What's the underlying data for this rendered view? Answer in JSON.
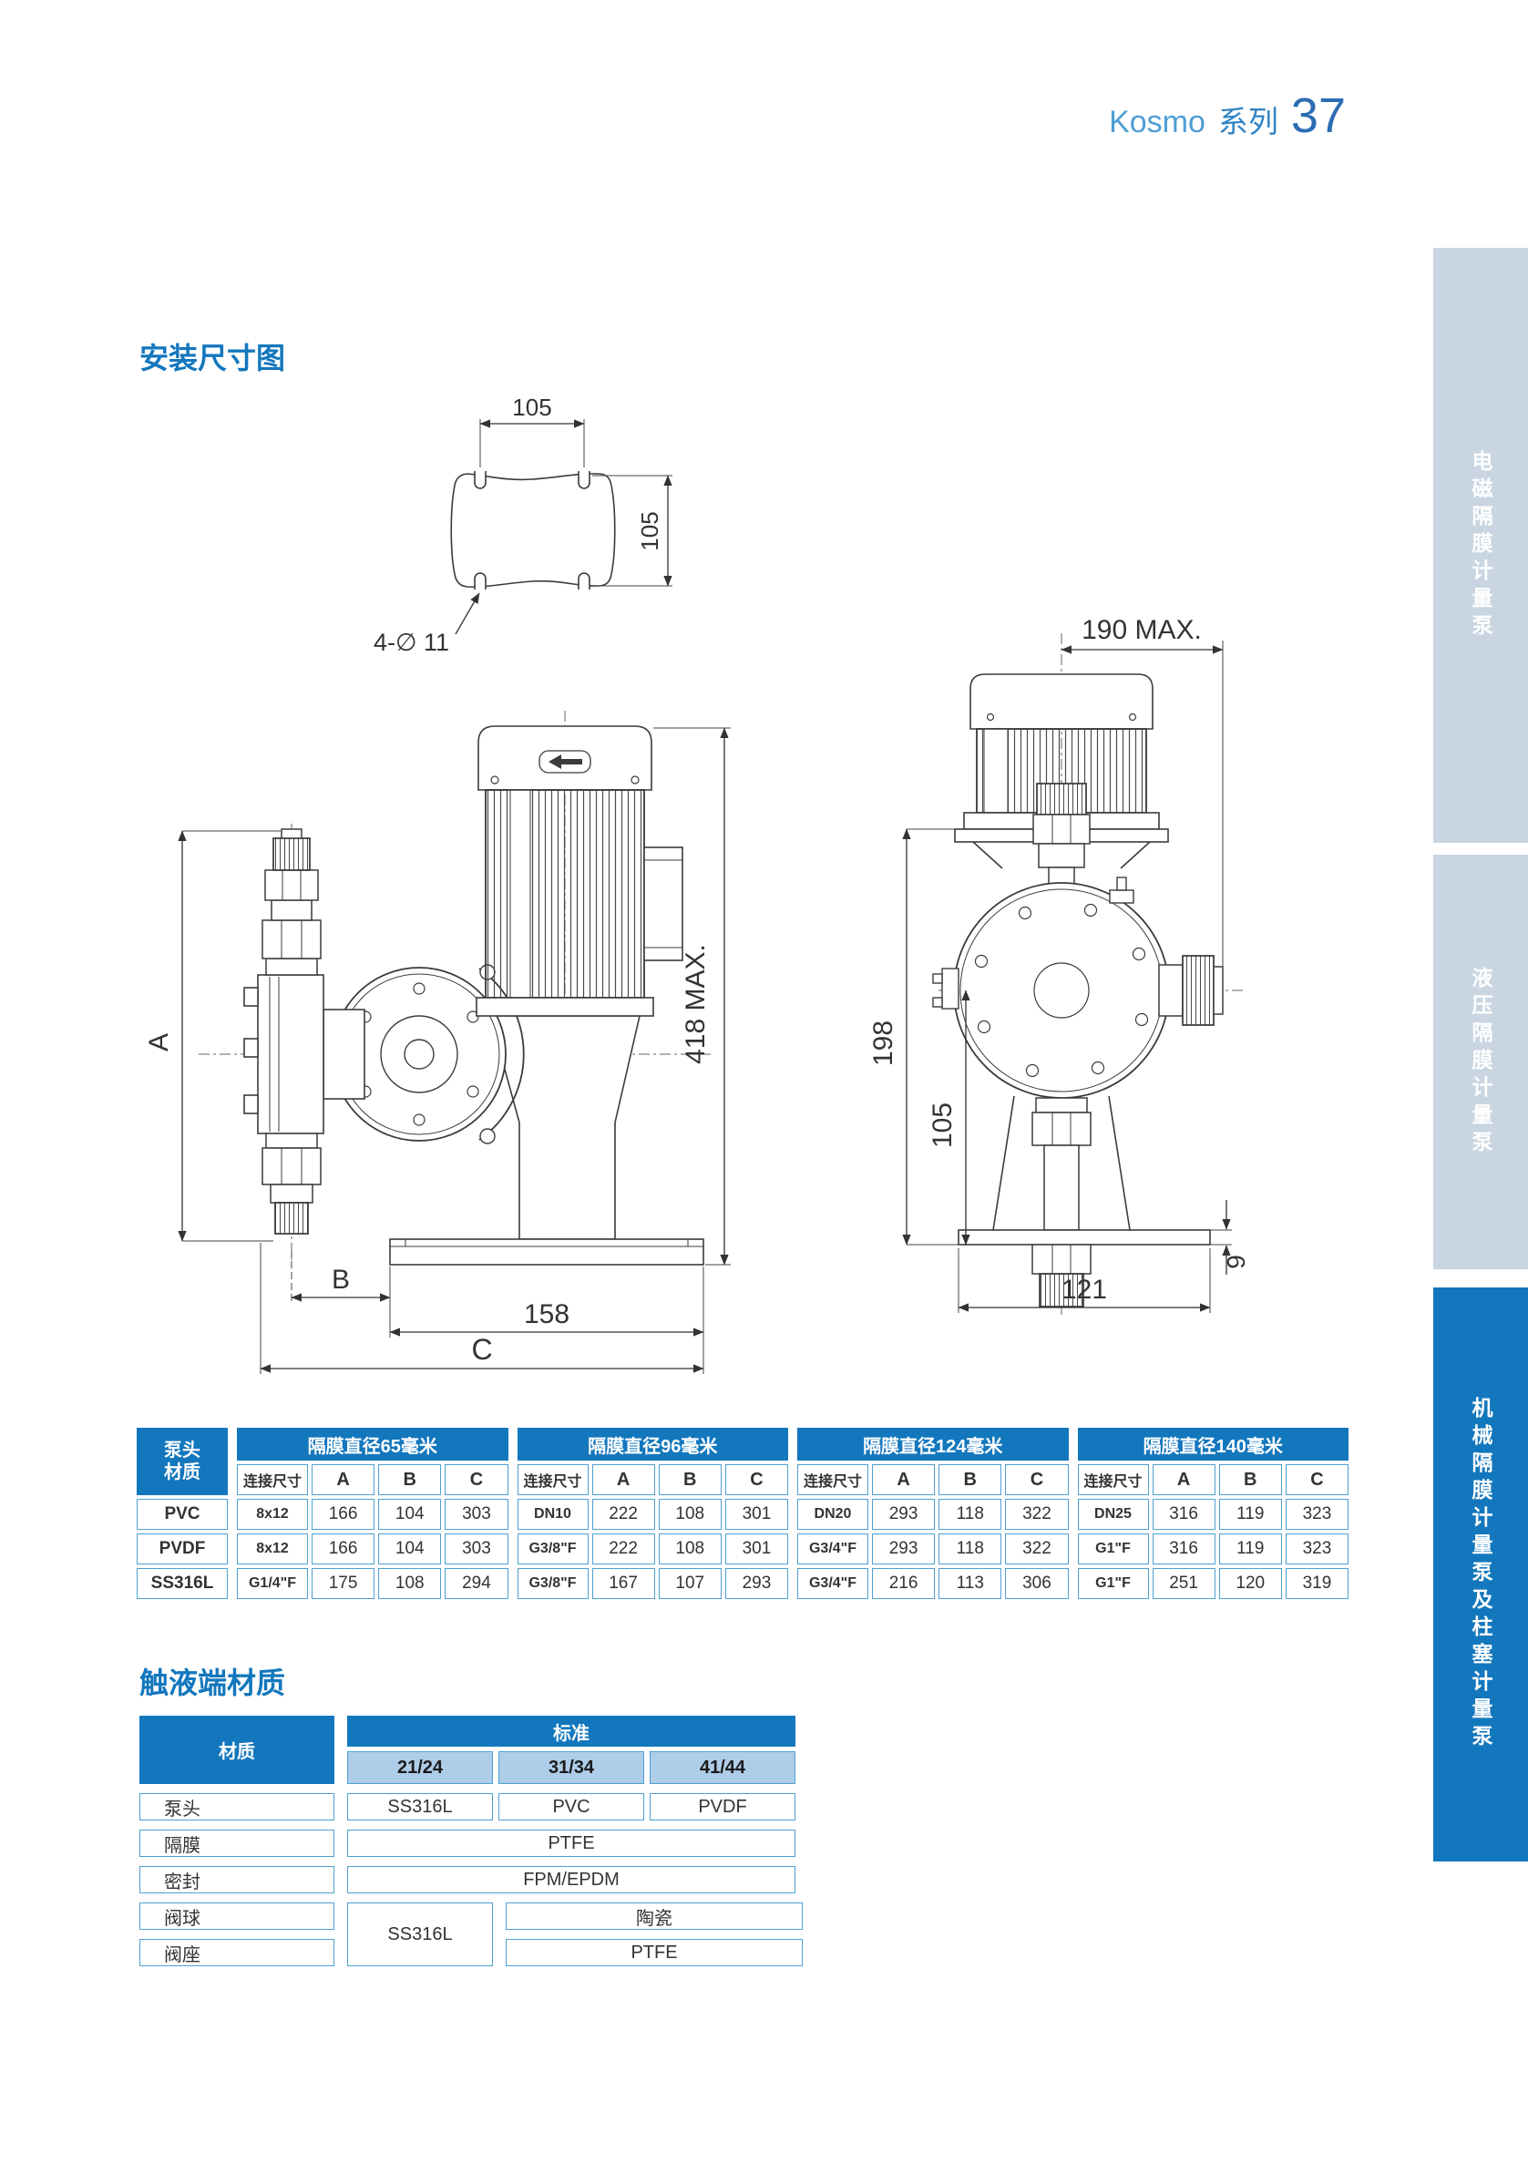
{
  "header": {
    "series": "Kosmo",
    "series_suffix": "系列",
    "page_number": "37"
  },
  "sections": {
    "install_title": "安装尺寸图",
    "wetted_title": "触液端材质"
  },
  "drawings": {
    "plate": {
      "dim_top": "105",
      "dim_right": "105",
      "holes_label": "4-∅ 11"
    },
    "front": {
      "dim_a": "A",
      "dim_height": "418 MAX.",
      "dim_b": "B",
      "dim_base": "158",
      "dim_c": "C"
    },
    "side": {
      "dim_top": "190 MAX.",
      "dim_h1": "198",
      "dim_h2": "105",
      "dim_plate": "9",
      "dim_base": "121"
    }
  },
  "dims_table": {
    "corner": [
      "泵头",
      "材质"
    ],
    "row_labels": [
      "PVC",
      "PVDF",
      "SS316L"
    ],
    "sub_headers": [
      "连接尺寸",
      "A",
      "B",
      "C"
    ],
    "groups": [
      {
        "title": "隔膜直径65毫米",
        "rows": [
          [
            "8x12",
            "166",
            "104",
            "303"
          ],
          [
            "8x12",
            "166",
            "104",
            "303"
          ],
          [
            "G1/4\"F",
            "175",
            "108",
            "294"
          ]
        ]
      },
      {
        "title": "隔膜直径96毫米",
        "rows": [
          [
            "DN10",
            "222",
            "108",
            "301"
          ],
          [
            "G3/8\"F",
            "222",
            "108",
            "301"
          ],
          [
            "G3/8\"F",
            "167",
            "107",
            "293"
          ]
        ]
      },
      {
        "title": "隔膜直径124毫米",
        "rows": [
          [
            "DN20",
            "293",
            "118",
            "322"
          ],
          [
            "G3/4\"F",
            "293",
            "118",
            "322"
          ],
          [
            "G3/4\"F",
            "216",
            "113",
            "306"
          ]
        ]
      },
      {
        "title": "隔膜直径140毫米",
        "rows": [
          [
            "DN25",
            "316",
            "119",
            "323"
          ],
          [
            "G1\"F",
            "316",
            "119",
            "323"
          ],
          [
            "G1\"F",
            "251",
            "120",
            "319"
          ]
        ]
      }
    ]
  },
  "materials_table": {
    "col_header": "材质",
    "std_header": "标准",
    "models": [
      "21/24",
      "31/34",
      "41/44"
    ],
    "row_labels": [
      "泵头",
      "隔膜",
      "密封",
      "阀球",
      "阀座"
    ],
    "values": {
      "pump_head": [
        "SS316L",
        "PVC",
        "PVDF"
      ],
      "diaphragm": "PTFE",
      "seal": "FPM/EPDM",
      "ball_2124": "SS316L",
      "ball_3444": "陶瓷",
      "seat_3444": "PTFE"
    }
  },
  "sidebar": {
    "tabs": [
      {
        "label": "电磁隔膜计量泵",
        "active": false
      },
      {
        "label": "液压隔膜计量泵",
        "active": false
      },
      {
        "label": "机械隔膜计量泵及柱塞计量泵",
        "active": true
      }
    ]
  },
  "colors": {
    "brand": "#1377bd",
    "light_blue": "#aecde9",
    "tab_inactive": "#c9d6e2",
    "cell_border": "#4fa0d0"
  }
}
